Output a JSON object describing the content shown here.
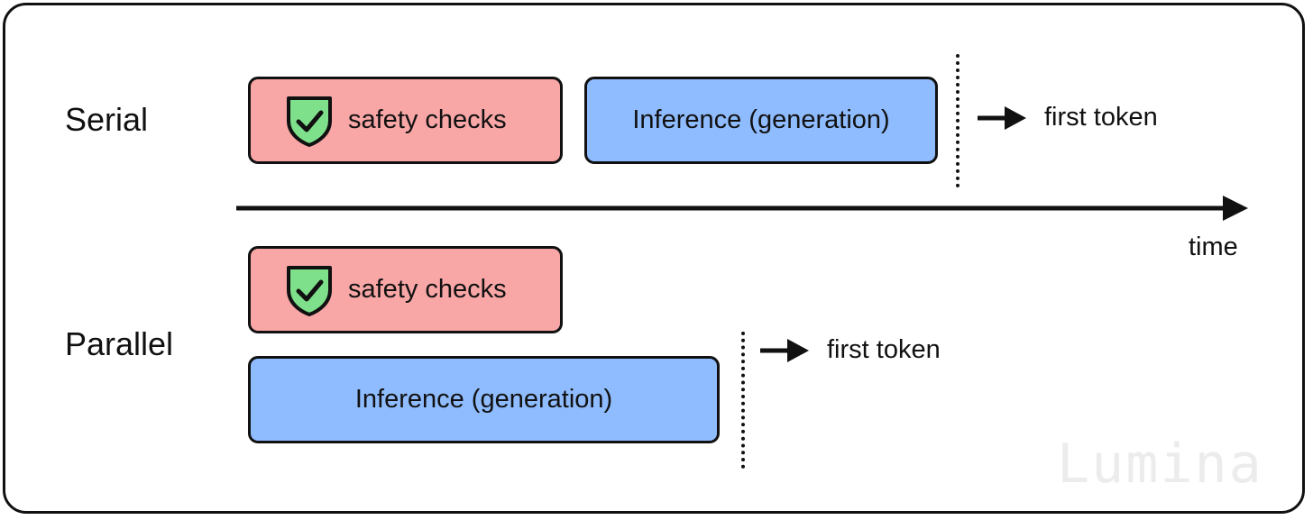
{
  "serial": {
    "label": "Serial",
    "safety_label": "safety checks",
    "inference_label": "Inference (generation)",
    "first_token_label": "first token"
  },
  "parallel": {
    "label": "Parallel",
    "safety_label": "safety checks",
    "inference_label": "Inference (generation)",
    "first_token_label": "first token"
  },
  "axis": {
    "label": "time"
  },
  "watermark": "Lumina",
  "colors": {
    "safety_box": "#f9a6a6",
    "inference_box": "#8fbcff",
    "shield": "#7ee08a",
    "outline": "#111111"
  },
  "icons": {
    "shield": "shield-check-icon",
    "arrow": "arrow-right-icon"
  }
}
